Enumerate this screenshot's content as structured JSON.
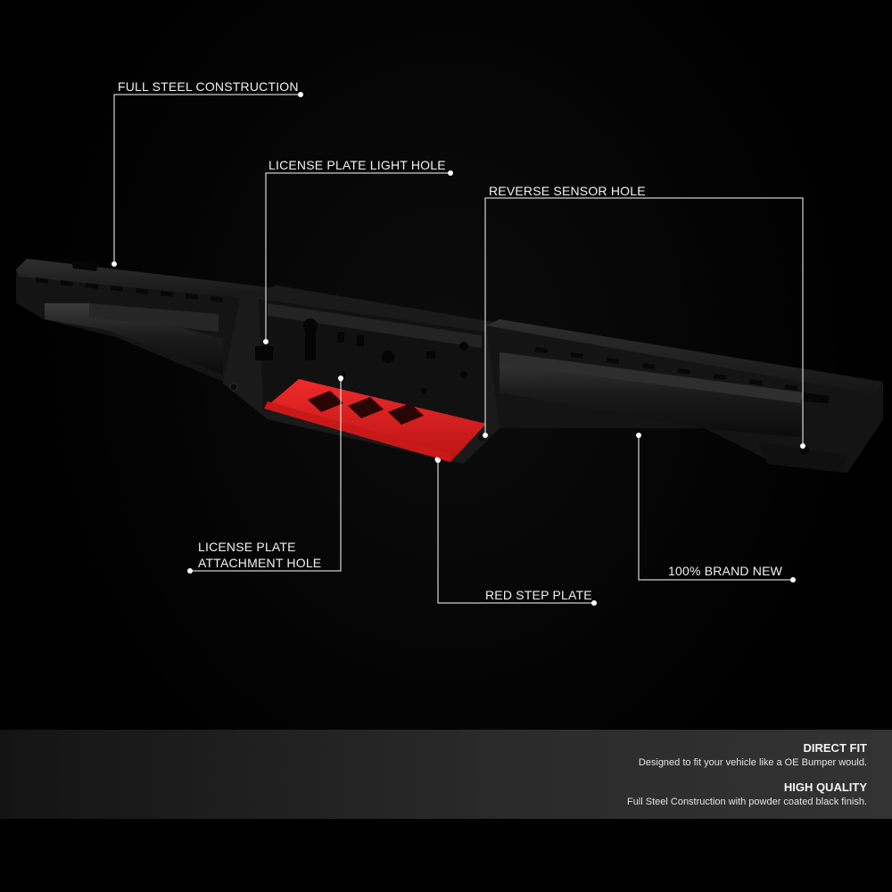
{
  "callouts": {
    "full_steel": "FULL STEEL CONSTRUCTION",
    "license_light": "LICENSE PLATE LIGHT HOLE",
    "reverse_sensor": "REVERSE SENSOR HOLE",
    "license_attach_line1": "LICENSE PLATE",
    "license_attach_line2": "ATTACHMENT HOLE",
    "red_step": "RED STEP PLATE",
    "brand_new": "100% BRAND NEW"
  },
  "features": [
    {
      "title": "DIRECT FIT",
      "text": "Designed to fit your vehicle like a OE Bumper would."
    },
    {
      "title": "HIGH QUALITY",
      "text": "Full Steel Construction with powder coated black finish."
    }
  ],
  "colors": {
    "background": "#000000",
    "bumper": "#1c1c1c",
    "step_plate": "#e02020",
    "callout_line": "#ffffff"
  }
}
